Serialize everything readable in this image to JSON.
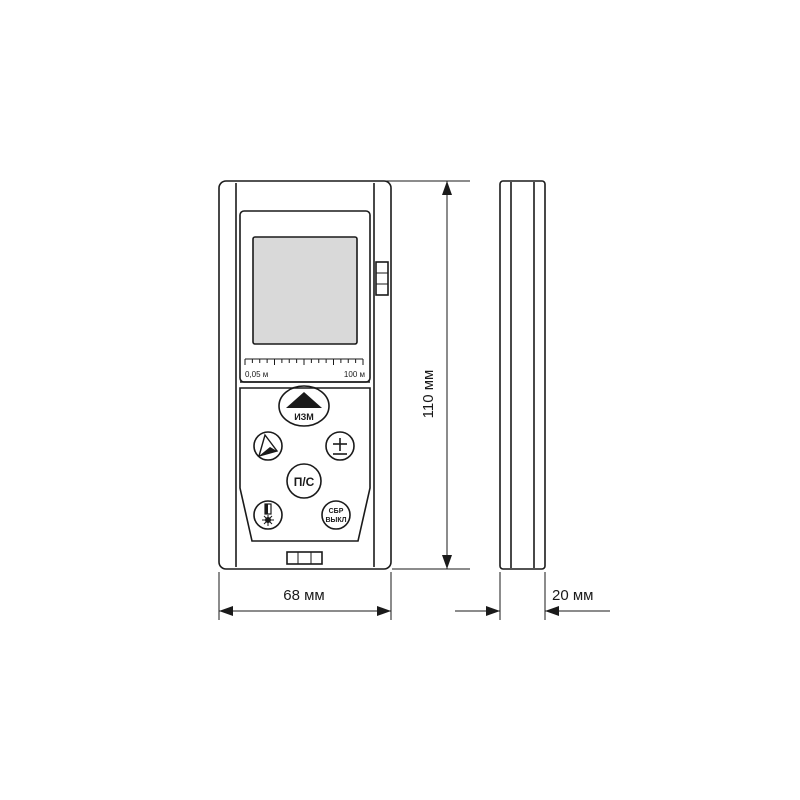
{
  "scale": {
    "min_label": "0,05 м",
    "max_label": "100 м"
  },
  "buttons": {
    "measure": "ИЗМ",
    "mode": "П/С",
    "reset_line1": "СБР",
    "reset_line2": "ВЫКЛ"
  },
  "dimensions": {
    "height": "110 мм",
    "width": "68 мм",
    "depth": "20 мм"
  },
  "icons": {
    "measure": "up-triangle-icon",
    "area": "area-triangle-icon",
    "plus_minus": "plus-minus-icon",
    "reference": "reference-point-icon"
  },
  "colors": {
    "outline": "#1a1a1a",
    "screen": "#d9d9d9",
    "body": "#ffffff"
  }
}
